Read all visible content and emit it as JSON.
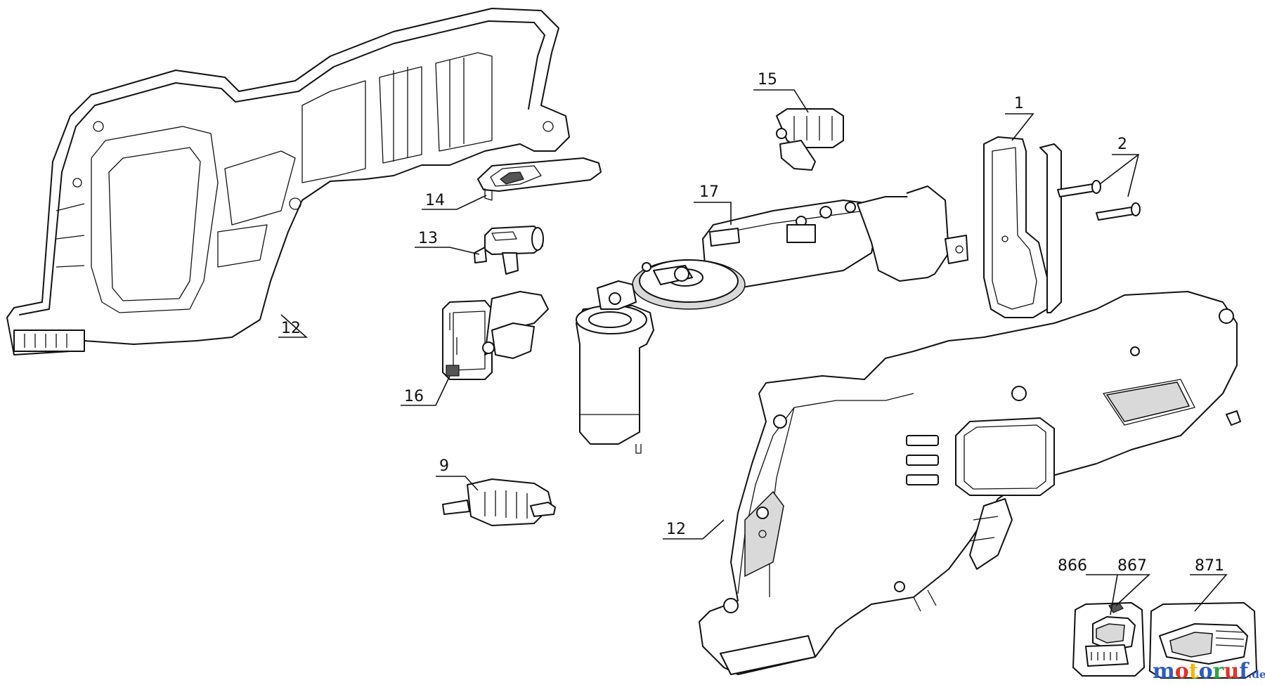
{
  "callouts": {
    "c1": "1",
    "c2": "2",
    "c9": "9",
    "c12a": "12",
    "c12b": "12",
    "c13": "13",
    "c14": "14",
    "c15": "15",
    "c16": "16",
    "c17": "17",
    "c866": "866",
    "c867": "867",
    "c871": "871"
  },
  "watermark": {
    "letters": [
      "m",
      "o",
      "t",
      "o",
      "r",
      "u",
      "f"
    ],
    "suffix": ".de",
    "colors": [
      "#2e5bc4",
      "#e0342a",
      "#f2b705",
      "#2e5bc4",
      "#35a043",
      "#e0342a",
      "#2e5bc4"
    ]
  }
}
